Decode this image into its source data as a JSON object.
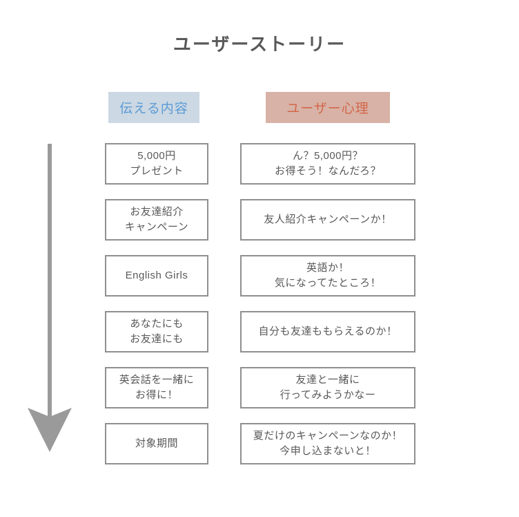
{
  "title": "ユーザーストーリー",
  "columns": {
    "left_header": "伝える内容",
    "right_header": "ユーザー心理"
  },
  "rows": [
    {
      "left": [
        "5,000円",
        "プレゼント"
      ],
      "right": [
        "ん？5,000円？",
        "お得そう！なんだろ？"
      ]
    },
    {
      "left": [
        "お友達紹介",
        "キャンペーン"
      ],
      "right": [
        "友人紹介キャンペーンか！"
      ]
    },
    {
      "left": [
        "English Girls"
      ],
      "right": [
        "英語か！",
        "気になってたところ！"
      ]
    },
    {
      "left": [
        "あなたにも",
        "お友達にも"
      ],
      "right": [
        "自分も友達ももらえるのか！"
      ]
    },
    {
      "left": [
        "英会話を一緒に",
        "お得に！"
      ],
      "right": [
        "友達と一緒に",
        "行ってみようかなー"
      ]
    },
    {
      "left": [
        "対象期間"
      ],
      "right": [
        "夏だけのキャンペーンなのか！",
        "今申し込まないと！"
      ]
    }
  ],
  "icons": {
    "flow_arrow": "down-arrow"
  },
  "colors": {
    "chip_blue_bg": "#ccd8e3",
    "chip_blue_text": "#5b9bd5",
    "chip_salmon_bg": "#d8b2a6",
    "chip_salmon_text": "#d2664a",
    "box_border": "#8f8f8f",
    "text_gray": "#595959",
    "arrow_gray": "#9a9a9a"
  }
}
